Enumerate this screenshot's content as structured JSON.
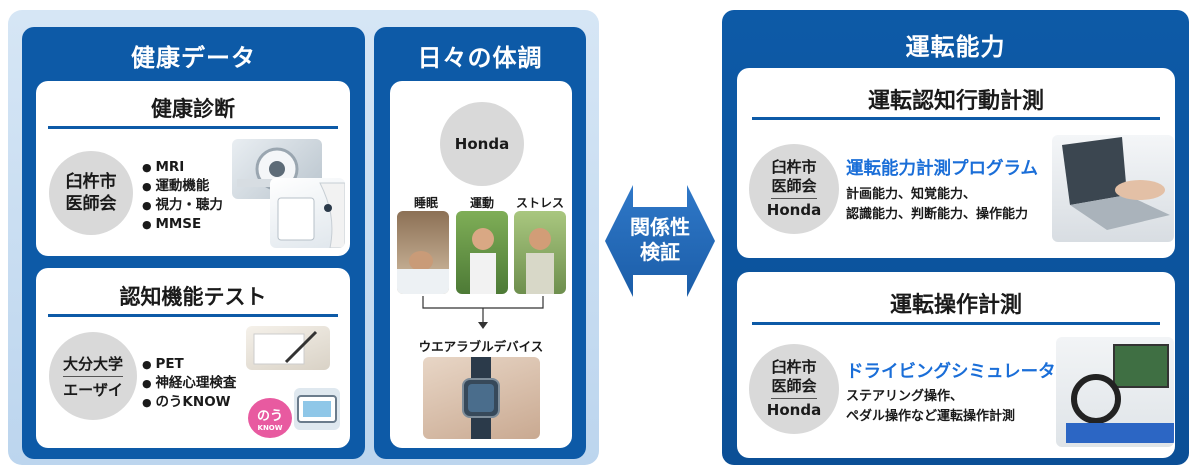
{
  "health_data": {
    "title": "健康データ",
    "checkup": {
      "title": "健康診断",
      "org_line1": "臼杵市",
      "org_line2": "医師会",
      "items": [
        "MRI",
        "運動機能",
        "視力・聴力",
        "MMSE"
      ]
    },
    "cognitive": {
      "title": "認知機能テスト",
      "org_line1": "大分大学",
      "org_line2": "エーザイ",
      "items": [
        "PET",
        "神経心理検査",
        "のうKNOW"
      ],
      "logo_text": "のう",
      "logo_sub": "KNOW"
    }
  },
  "daily": {
    "title": "日々の体調",
    "company": "Honda",
    "labels": [
      "睡眠",
      "運動",
      "ストレス"
    ],
    "device": "ウエアラブルデバイス"
  },
  "relation": {
    "line1": "関係性",
    "line2": "検証"
  },
  "driving": {
    "title": "運転能力",
    "cognition": {
      "title": "運転認知行動計測",
      "org_line1": "臼杵市",
      "org_line2": "医師会",
      "org_line3": "Honda",
      "heading": "運転能力計測プログラム",
      "desc_line1": "計画能力、知覚能力、",
      "desc_line2": "認識能力、判断能力、操作能力"
    },
    "operation": {
      "title": "運転操作計測",
      "org_line1": "臼杵市",
      "org_line2": "医師会",
      "org_line3": "Honda",
      "heading": "ドライビングシミュレーター",
      "desc_line1": "ステアリング操作、",
      "desc_line2": "ペダル操作など運転操作計測"
    }
  },
  "colors": {
    "panel_blue": "#0d5aa7",
    "accent_blue": "#1a6ed8",
    "circle_gray": "#d9d9d9"
  }
}
